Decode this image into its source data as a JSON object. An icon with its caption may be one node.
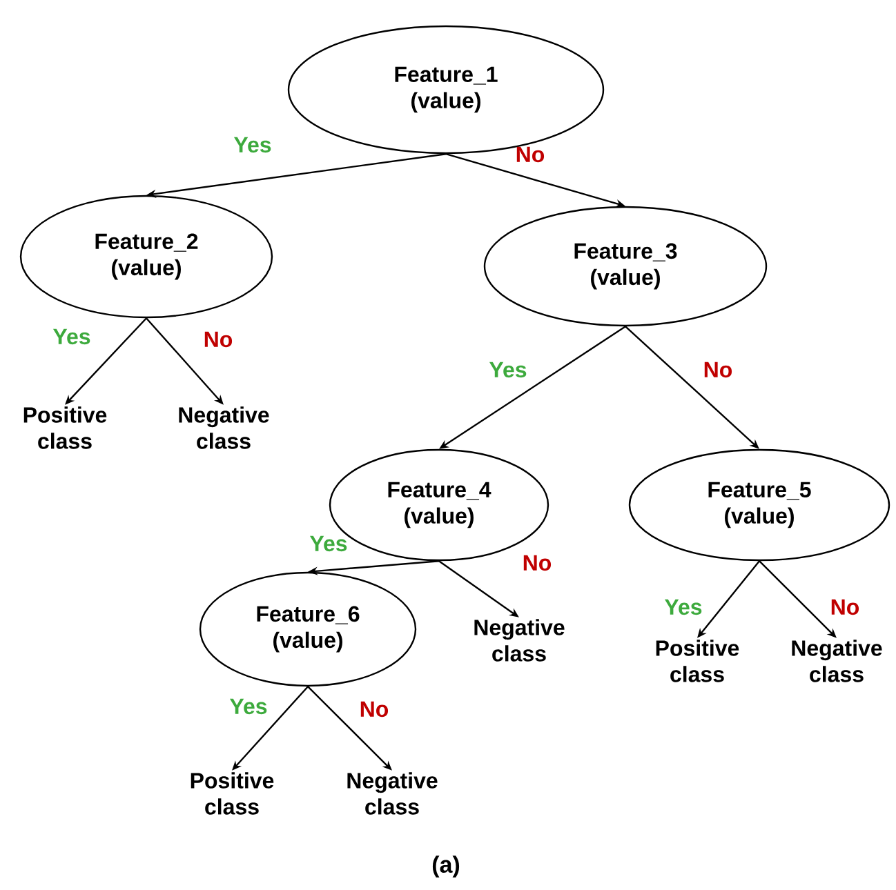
{
  "diagram": {
    "caption": "(a)",
    "nodes": [
      {
        "text": [
          "Feature_1 (value)"
        ]
      },
      {
        "text": [
          "Feature_2 (value)"
        ]
      },
      {
        "text": [
          "Feature_3 (value)"
        ]
      },
      {
        "text": [
          "Positive class"
        ]
      },
      {
        "text": [
          "Negative class"
        ]
      },
      {
        "text": [
          "Feature_4 (value)"
        ]
      },
      {
        "text": [
          "Feature_5 (value)"
        ]
      },
      {
        "text": [
          "Feature_6 (value)"
        ]
      },
      {
        "text": [
          "Negative class"
        ]
      },
      {
        "text": [
          "Positive class"
        ]
      },
      {
        "text": [
          "Negative class"
        ]
      },
      {
        "text": [
          "Positive class"
        ]
      },
      {
        "text": [
          "Negative class"
        ]
      }
    ],
    "edges": [
      {
        "from": 0,
        "to": 1,
        "arrow": "to",
        "label": "Yes"
      },
      {
        "from": 0,
        "to": 2,
        "arrow": "to",
        "label": "No"
      },
      {
        "from": 1,
        "to": 3,
        "arrow": "to",
        "label": "Yes"
      },
      {
        "from": 1,
        "to": 4,
        "arrow": "to",
        "label": "No"
      },
      {
        "from": 2,
        "to": 5,
        "arrow": "to",
        "label": "Yes"
      },
      {
        "from": 2,
        "to": 6,
        "arrow": "to",
        "label": "No"
      },
      {
        "from": 5,
        "to": 7,
        "arrow": "to",
        "label": "Yes"
      },
      {
        "from": 5,
        "to": 8,
        "arrow": "to",
        "label": "No"
      },
      {
        "from": 6,
        "to": 9,
        "arrow": "to",
        "label": "Yes"
      },
      {
        "from": 6,
        "to": 10,
        "arrow": "to",
        "label": "No"
      },
      {
        "from": 7,
        "to": 11,
        "arrow": "to",
        "label": "Yes"
      },
      {
        "from": 7,
        "to": 12,
        "arrow": "to",
        "label": "No"
      }
    ]
  }
}
